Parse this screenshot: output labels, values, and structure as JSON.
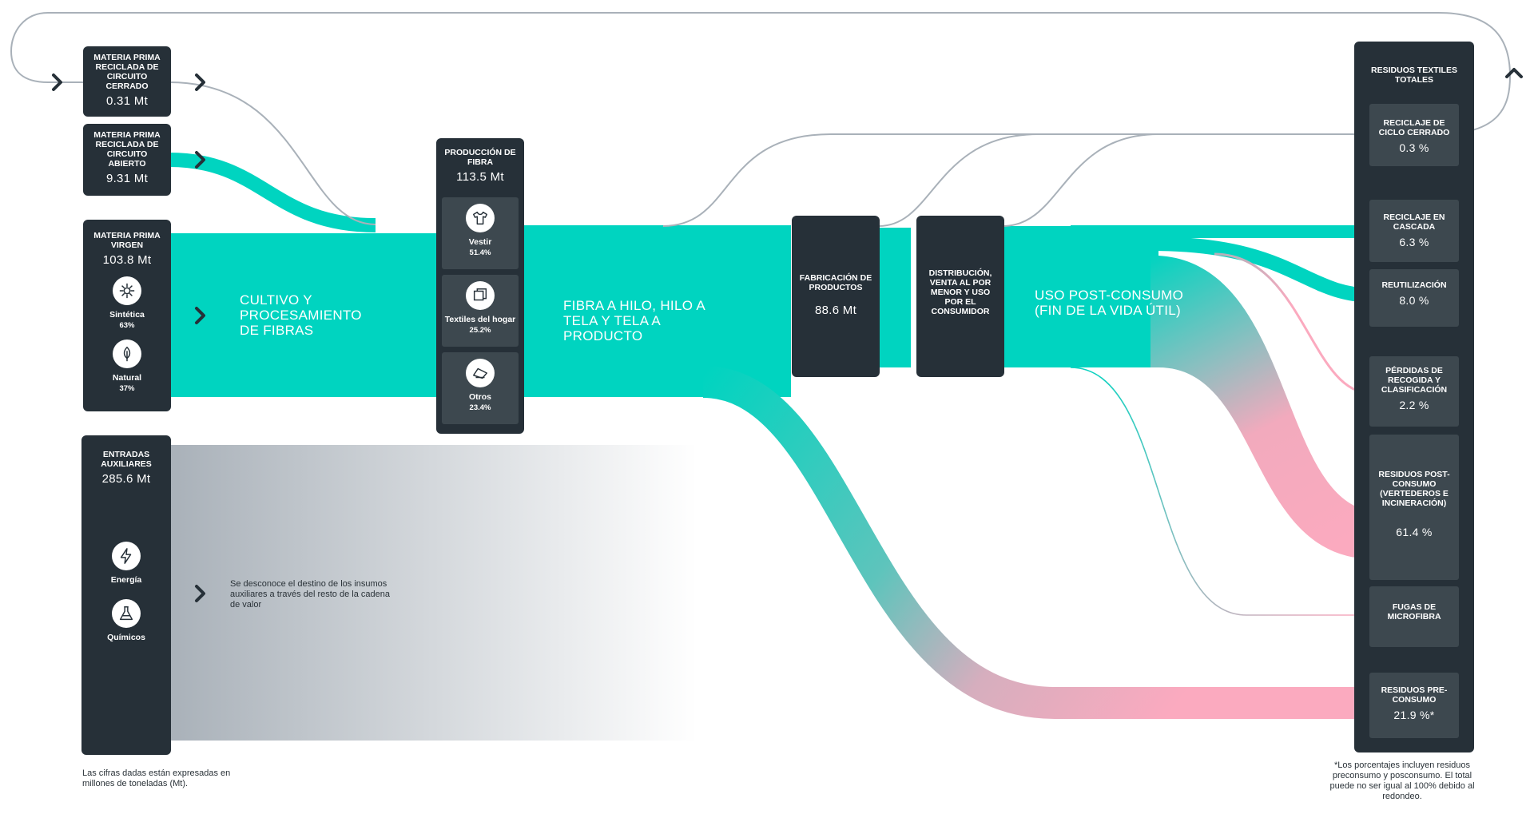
{
  "inputs": {
    "closed_loop": {
      "title": "Materia prima reciclada de circuito cerrado",
      "value": "0.31 Mt"
    },
    "open_loop": {
      "title": "Materia prima reciclada de circuito abierto",
      "value": "9.31 Mt"
    },
    "virgin": {
      "title": "Materia prima virgen",
      "value": "103.8 Mt",
      "synthetic": {
        "label": "Sintética",
        "pct": "63%"
      },
      "natural": {
        "label": "Natural",
        "pct": "37%"
      }
    },
    "auxiliary": {
      "title": "Entradas auxiliares",
      "value": "285.6 Mt",
      "energy": {
        "label": "Energía"
      },
      "chemicals": {
        "label": "Químicos"
      }
    }
  },
  "stages": {
    "cultivation": "Cultivo y procesamiento de fibras",
    "fiber_to_product": "Fibra a hilo, hilo a tela y tela a producto",
    "post_consumer": "Uso post-consumo (fin de la vida útil)",
    "auxiliary_note": "Se desconoce el destino de los insumos auxiliares a través del resto de la cadena de valor"
  },
  "fiber_production": {
    "title": "Producción de fibra",
    "value": "113.5 Mt",
    "apparel": {
      "label": "Vestir",
      "pct": "51.4%"
    },
    "home": {
      "label": "Textiles del hogar",
      "pct": "25.2%"
    },
    "other": {
      "label": "Otros",
      "pct": "23.4%"
    }
  },
  "manufacturing": {
    "title": "Fabricación de productos",
    "value": "88.6 Mt"
  },
  "distribution": {
    "title": "Distribución, venta al por menor y uso por el consumidor"
  },
  "waste": {
    "title": "Residuos textiles totales",
    "closed_loop": {
      "title": "Reciclaje de ciclo cerrado",
      "value": "0.3 %"
    },
    "cascade": {
      "title": "Reciclaje en cascada",
      "value": "6.3 %"
    },
    "reuse": {
      "title": "Reutilización",
      "value": "8.0 %"
    },
    "collection_losses": {
      "title": "Pérdidas de recogida y clasificación",
      "value": "2.2 %"
    },
    "post_consumer": {
      "title": "Residuos post-consumo (vertederos e incineración)",
      "value": "61.4 %"
    },
    "microfiber": {
      "title": "Fugas de microfibra"
    },
    "pre_consumer": {
      "title": "Residuos pre-consumo",
      "value": "21.9 %*"
    }
  },
  "notes": {
    "units": "Las cifras dadas están expresadas en millones de toneladas (Mt).",
    "footnote": "*Los porcentajes incluyen residuos preconsumo y posconsumo. El total puede no ser igual al 100% debido al redondeo."
  },
  "colors": {
    "teal": "#00d4c0",
    "pink": "#fbaabf",
    "grey_flow": "#a9b1b9",
    "box": "#263038",
    "cell": "#3d484f"
  }
}
